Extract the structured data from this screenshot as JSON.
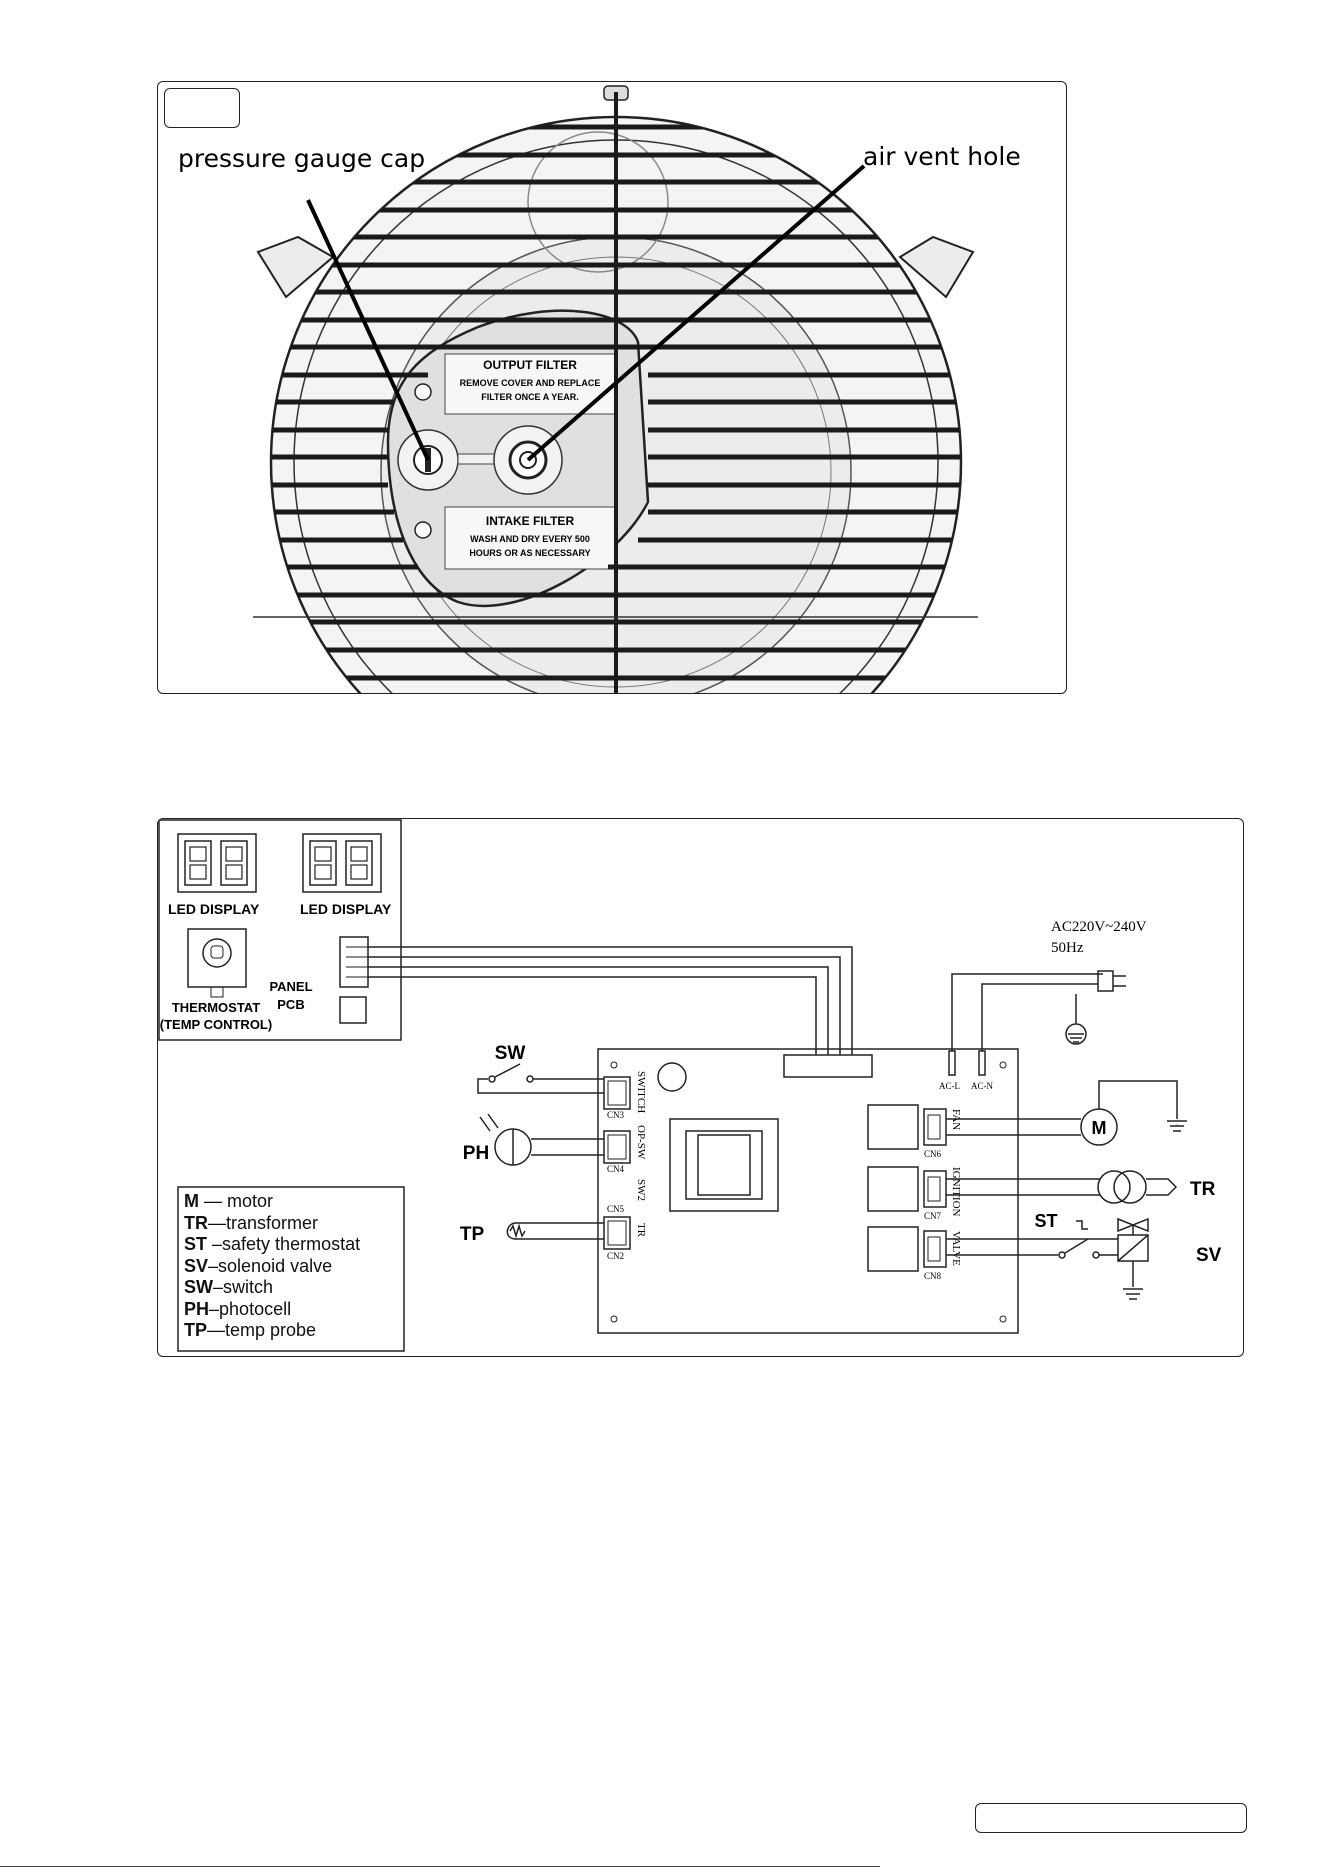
{
  "figure1": {
    "callouts": {
      "left": "pressure gauge cap",
      "right": "air vent hole"
    },
    "label_output": {
      "title": "OUTPUT FILTER",
      "line1": "REMOVE COVER AND REPLACE",
      "line2": "FILTER ONCE A YEAR."
    },
    "label_intake": {
      "title": "INTAKE FILTER",
      "line1": "WASH AND DRY EVERY 500",
      "line2": "HOURS OR AS NECESSARY"
    }
  },
  "figure2": {
    "panel": {
      "led1": "LED  DISPLAY",
      "led2": "LED  DISPLAY",
      "thermostat_line1": "THERMOSTAT",
      "thermostat_line2": "(TEMP CONTROL)",
      "panel_line1": "PANEL",
      "panel_line2": "PCB"
    },
    "supply": {
      "voltage": "AC220V~240V",
      "freq": "50Hz"
    },
    "board": {
      "acl": "AC-L",
      "acn": "AC-N",
      "switch": "SWITCH",
      "cn3": "CN3",
      "opsw": "OP-SW",
      "cn4": "CN4",
      "sw2": "SW2",
      "cn5": "CN5",
      "tr": "TR",
      "cn2": "CN2",
      "fan": "FAN",
      "cn6": "CN6",
      "ignition": "IGNITION",
      "cn7": "CN7",
      "valve": "VALVE",
      "cn8": "CN8"
    },
    "components": {
      "sw": "SW",
      "ph": "PH",
      "tp": "TP",
      "tr": "TR",
      "st": "ST",
      "sv": "SV",
      "m": "M"
    },
    "legend": [
      {
        "code": "M",
        "sep": " — ",
        "desc": "motor"
      },
      {
        "code": "TR",
        "sep": "—",
        "desc": "transformer"
      },
      {
        "code": "ST",
        "sep": " –",
        "desc": "safety thermostat"
      },
      {
        "code": "SV",
        "sep": "–",
        "desc": "solenoid valve"
      },
      {
        "code": "SW",
        "sep": "–",
        "desc": "switch"
      },
      {
        "code": "PH",
        "sep": "–",
        "desc": "photocell"
      },
      {
        "code": "TP",
        "sep": "—",
        "desc": "temp probe"
      }
    ]
  }
}
